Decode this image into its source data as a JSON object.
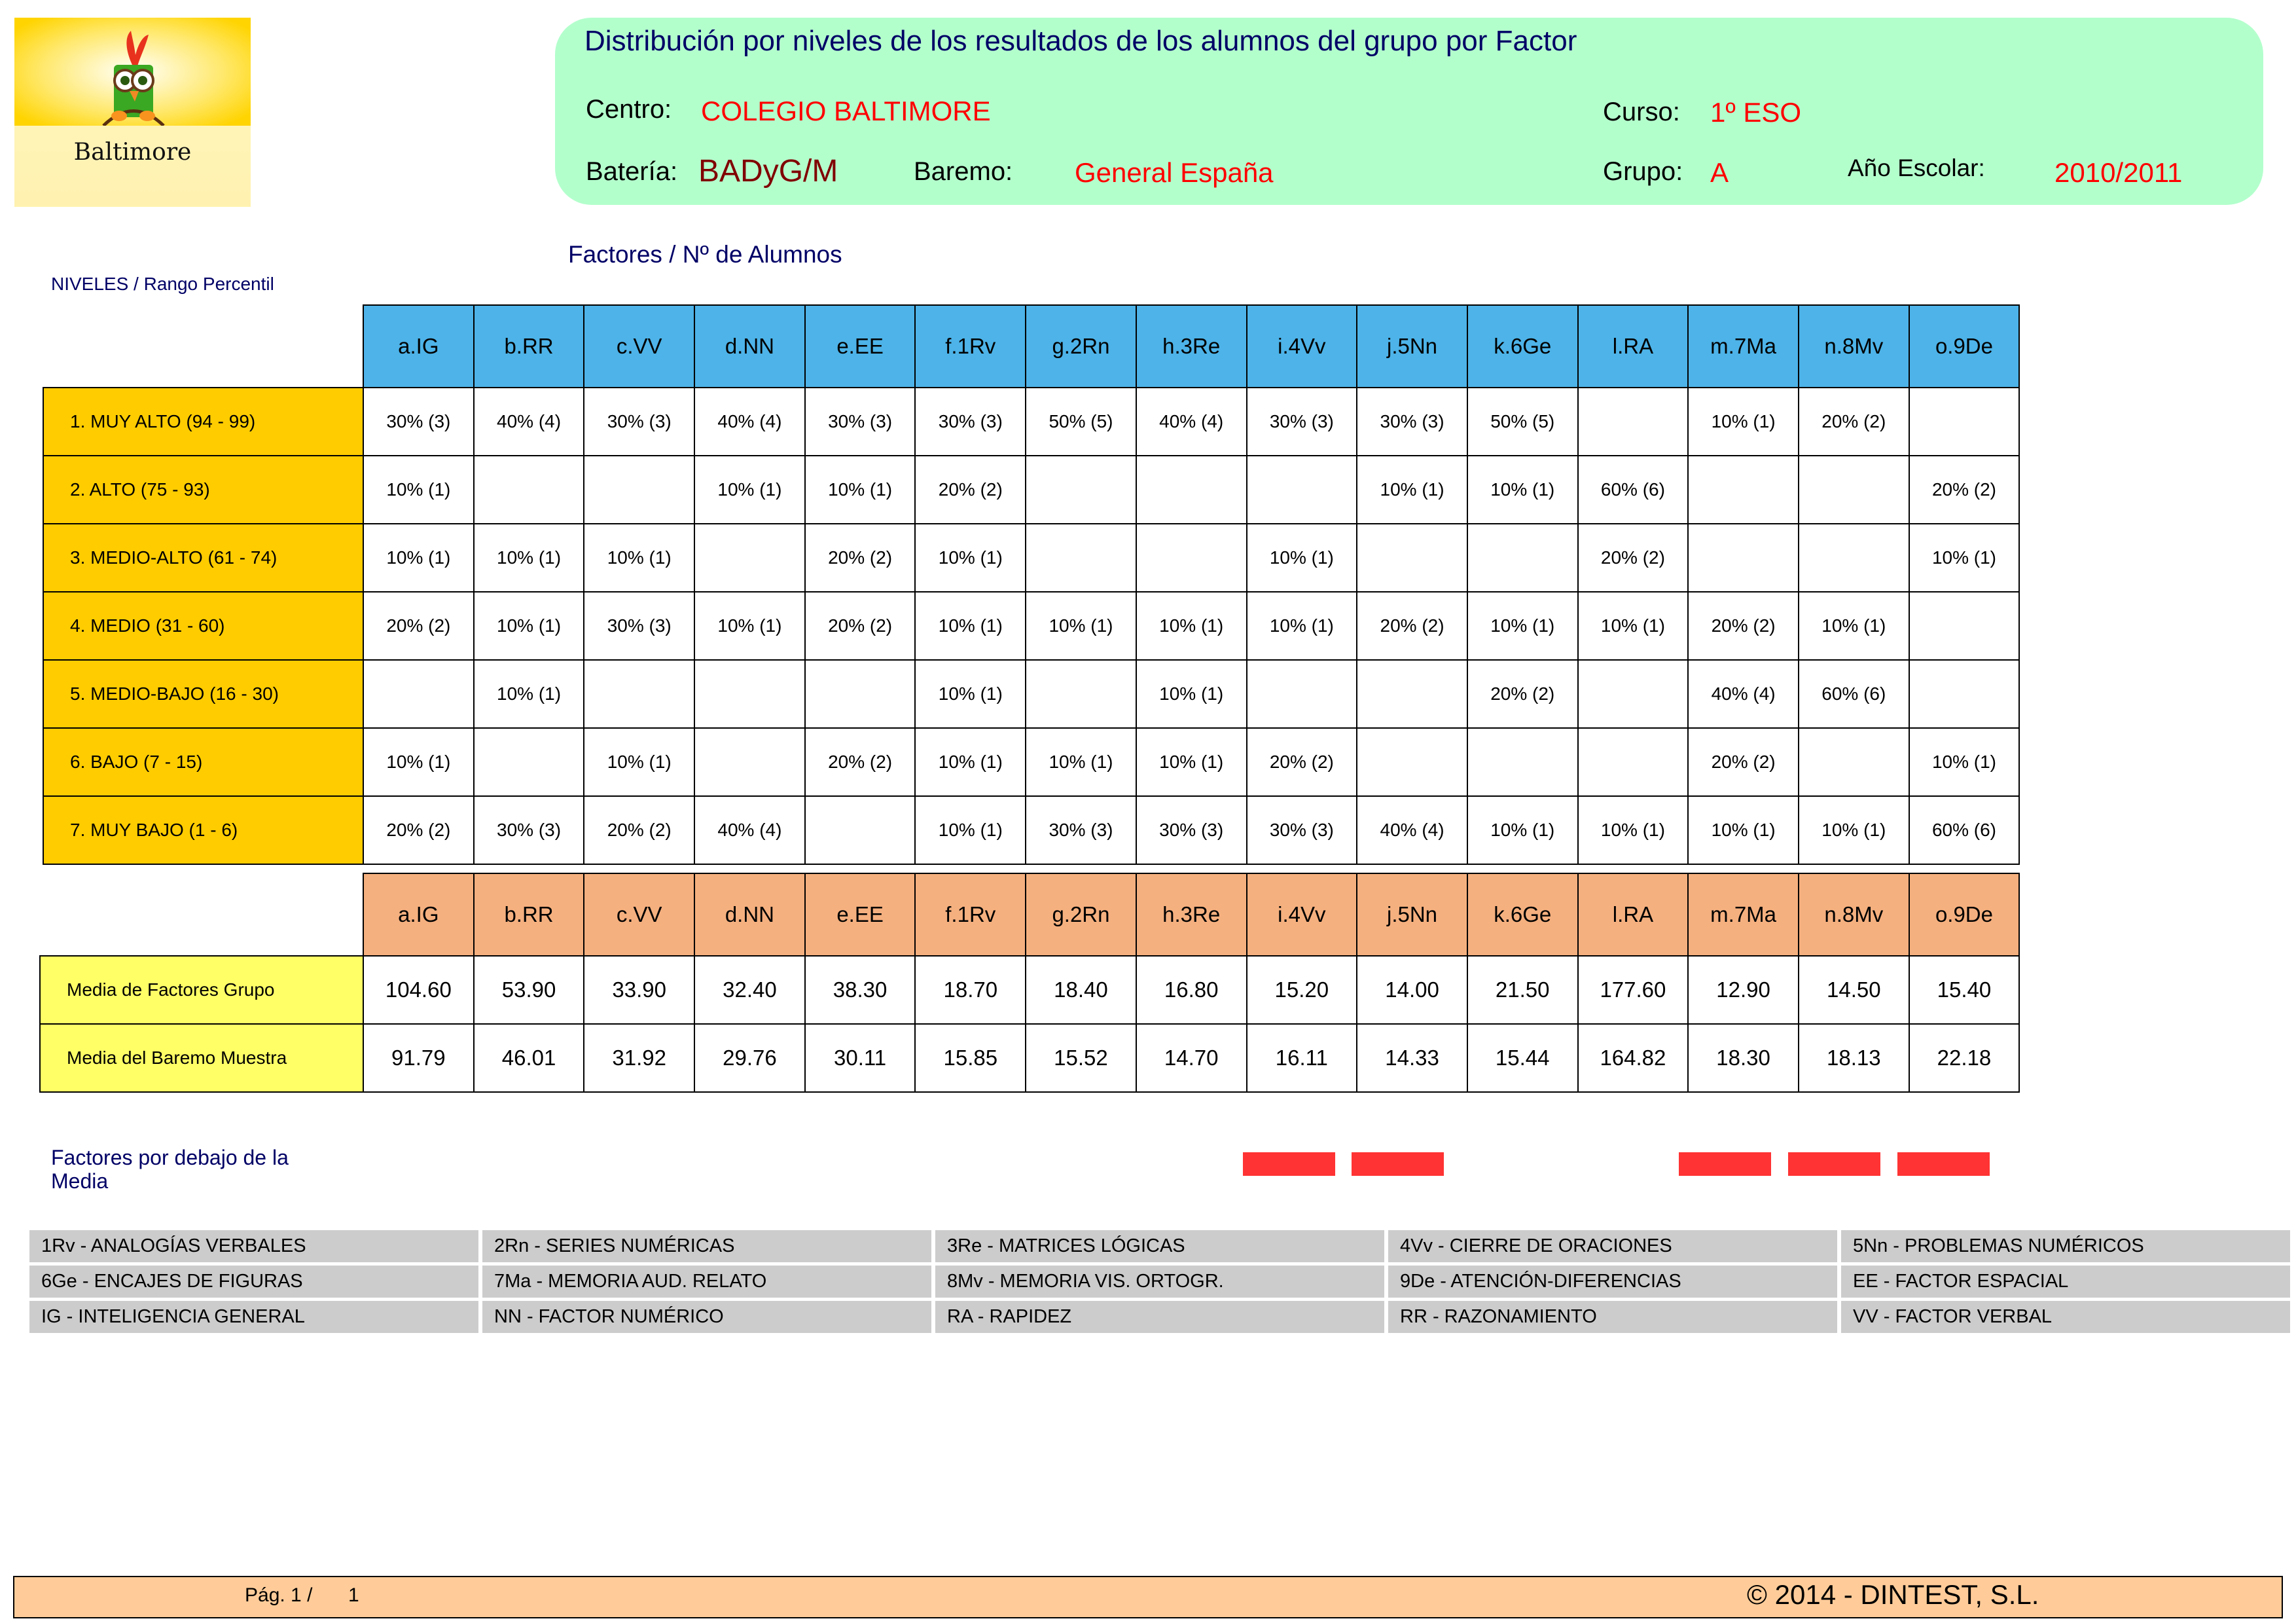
{
  "logo": {
    "text": "Baltimore"
  },
  "header": {
    "title": "Distribución por niveles de los resultados de los alumnos del grupo por Factor",
    "centro_label": "Centro:",
    "centro": "COLEGIO BALTIMORE",
    "curso_label": "Curso:",
    "curso": "1º ESO",
    "bateria_label": "Batería:",
    "bateria": "BADyG/M",
    "baremo_label": "Baremo:",
    "baremo": "General España",
    "grupo_label": "Grupo:",
    "grupo": "A",
    "anio_label": "Año Escolar:",
    "anio": "2010/2011"
  },
  "factores_title": "Factores / Nº de Alumnos",
  "niveles_title": "NIVELES / Rango Percentil",
  "factors": [
    "a.IG",
    "b.RR",
    "c.VV",
    "d.NN",
    "e.EE",
    "f.1Rv",
    "g.2Rn",
    "h.3Re",
    "i.4Vv",
    "j.5Nn",
    "k.6Ge",
    "l.RA",
    "m.7Ma",
    "n.8Mv",
    "o.9De"
  ],
  "levels": [
    {
      "label": "1. MUY ALTO (94 - 99)",
      "cells": [
        "30% (3)",
        "40% (4)",
        "30% (3)",
        "40% (4)",
        "30% (3)",
        "30% (3)",
        "50% (5)",
        "40% (4)",
        "30% (3)",
        "30% (3)",
        "50% (5)",
        "",
        "10% (1)",
        "20% (2)",
        ""
      ]
    },
    {
      "label": "2. ALTO (75 - 93)",
      "cells": [
        "10% (1)",
        "",
        "",
        "10% (1)",
        "10% (1)",
        "20% (2)",
        "",
        "",
        "",
        "10% (1)",
        "10% (1)",
        "60% (6)",
        "",
        "",
        "20% (2)"
      ]
    },
    {
      "label": "3. MEDIO-ALTO (61 - 74)",
      "cells": [
        "10% (1)",
        "10% (1)",
        "10% (1)",
        "",
        "20% (2)",
        "10% (1)",
        "",
        "",
        "10% (1)",
        "",
        "",
        "20% (2)",
        "",
        "",
        "10% (1)"
      ]
    },
    {
      "label": "4. MEDIO (31 - 60)",
      "cells": [
        "20% (2)",
        "10% (1)",
        "30% (3)",
        "10% (1)",
        "20% (2)",
        "10% (1)",
        "10% (1)",
        "10% (1)",
        "10% (1)",
        "20% (2)",
        "10% (1)",
        "10% (1)",
        "20% (2)",
        "10% (1)",
        ""
      ]
    },
    {
      "label": "5. MEDIO-BAJO (16 - 30)",
      "cells": [
        "",
        "10% (1)",
        "",
        "",
        "",
        "10% (1)",
        "",
        "10% (1)",
        "",
        "",
        "20% (2)",
        "",
        "40% (4)",
        "60% (6)",
        ""
      ]
    },
    {
      "label": "6. BAJO (7 - 15)",
      "cells": [
        "10% (1)",
        "",
        "10% (1)",
        "",
        "20% (2)",
        "10% (1)",
        "10% (1)",
        "10% (1)",
        "20% (2)",
        "",
        "",
        "",
        "20% (2)",
        "",
        "10% (1)"
      ]
    },
    {
      "label": "7. MUY BAJO (1 - 6)",
      "cells": [
        "20% (2)",
        "30% (3)",
        "20% (2)",
        "40% (4)",
        "",
        "10% (1)",
        "30% (3)",
        "30% (3)",
        "30% (3)",
        "40% (4)",
        "10% (1)",
        "10% (1)",
        "10% (1)",
        "10% (1)",
        "60% (6)"
      ]
    }
  ],
  "means": [
    {
      "label": "Media de Factores Grupo",
      "values": [
        "104.60",
        "53.90",
        "33.90",
        "32.40",
        "38.30",
        "18.70",
        "18.40",
        "16.80",
        "15.20",
        "14.00",
        "21.50",
        "177.60",
        "12.90",
        "14.50",
        "15.40"
      ]
    },
    {
      "label": "Media del Baremo Muestra",
      "values": [
        "91.79",
        "46.01",
        "31.92",
        "29.76",
        "30.11",
        "15.85",
        "15.52",
        "14.70",
        "16.11",
        "14.33",
        "15.44",
        "164.82",
        "18.30",
        "18.13",
        "22.18"
      ]
    }
  ],
  "below_mean": {
    "label": "Factores por debajo de la Media",
    "flags": [
      false,
      false,
      false,
      false,
      false,
      false,
      false,
      false,
      true,
      true,
      false,
      false,
      true,
      true,
      true
    ],
    "color": "#ff3333"
  },
  "legend": [
    "1Rv - ANALOGÍAS VERBALES",
    "2Rn - SERIES NUMÉRICAS",
    "3Re - MATRICES LÓGICAS",
    "4Vv - CIERRE DE ORACIONES",
    "5Nn - PROBLEMAS NUMÉRICOS",
    "6Ge - ENCAJES DE FIGURAS",
    "7Ma - MEMORIA AUD. RELATO",
    "8Mv - MEMORIA VIS. ORTOGR.",
    "9De - ATENCIÓN-DIFERENCIAS",
    "EE - FACTOR ESPACIAL",
    "IG - INTELIGENCIA GENERAL",
    "NN - FACTOR NUMÉRICO",
    "RA - RAPIDEZ",
    "RR - RAZONAMIENTO",
    "VV - FACTOR VERBAL"
  ],
  "footer": {
    "page_label": "Pág. 1  /",
    "page_total": "1",
    "copyright": "© 2014 - DINTEST, S.L."
  }
}
